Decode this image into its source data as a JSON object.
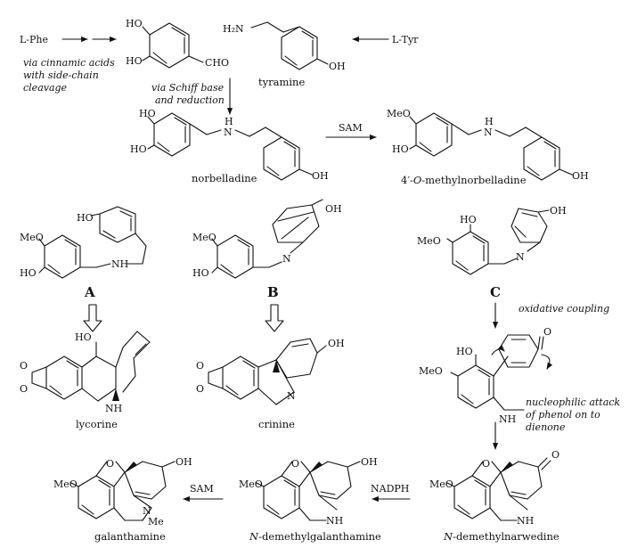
{
  "precursors": {
    "phe": "L-Phe",
    "tyr": "L-Tyr",
    "phe_note": [
      "via cinnamic acids",
      "with side-chain",
      "cleavage"
    ],
    "aldehyde_cho": "CHO",
    "oh": "HO",
    "oh_r": "OH",
    "h2n": "H₂N",
    "tyramine": "tyramine",
    "schiff_note": [
      "via Schiff base",
      "and reduction"
    ]
  },
  "row2": {
    "norbelladine": "norbelladine",
    "sam": "SAM",
    "methylnorbelladine_prefix": "4′-",
    "methylnorbelladine_italic": "O",
    "methylnorbelladine_suffix": "-methylnorbelladine",
    "meo": "MeO",
    "nh_h": "H",
    "nh_n": "N"
  },
  "row3": {
    "label_a": "A",
    "label_b": "B",
    "label_c": "C",
    "nh": "NH",
    "n": "N",
    "oxidative_coupling": "oxidative coupling"
  },
  "row4": {
    "lycorine": "lycorine",
    "crinine": "crinine",
    "nucleophilic_note": [
      "nucleophilic attack",
      "of phenol on to",
      "dienone"
    ],
    "o": "O",
    "ho_dots": "HO"
  },
  "row5": {
    "galanthamine": "galanthamine",
    "sam": "SAM",
    "nadph": "NADPH",
    "demethylgal_italic": "N",
    "demethylgal_suffix": "-demethylgalanthamine",
    "demethylnarw_italic": "N",
    "demethylnarw_suffix": "-demethylnarwedine",
    "me": "Me",
    "nh": "NH",
    "n": "N"
  }
}
